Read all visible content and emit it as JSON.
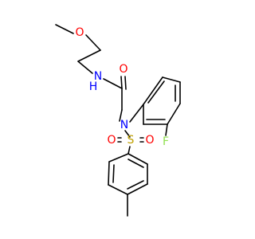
{
  "molecule": {
    "atoms": [
      {
        "id": "O1",
        "label": "O",
        "color": "#ff0000"
      },
      {
        "id": "N1",
        "label": "N",
        "color": "#0000ff"
      },
      {
        "id": "H1",
        "label": "H",
        "color": "#0000ff"
      },
      {
        "id": "O2",
        "label": "O",
        "color": "#ff0000"
      },
      {
        "id": "N2",
        "label": "N",
        "color": "#0000ff"
      },
      {
        "id": "F1",
        "label": "F",
        "color": "#90e050"
      },
      {
        "id": "S1",
        "label": "S",
        "color": "#c0a000"
      },
      {
        "id": "O3",
        "label": "O",
        "color": "#ff0000"
      },
      {
        "id": "O4",
        "label": "O",
        "color": "#ff0000"
      }
    ],
    "bond_color": "#000000",
    "background": "#ffffff"
  }
}
